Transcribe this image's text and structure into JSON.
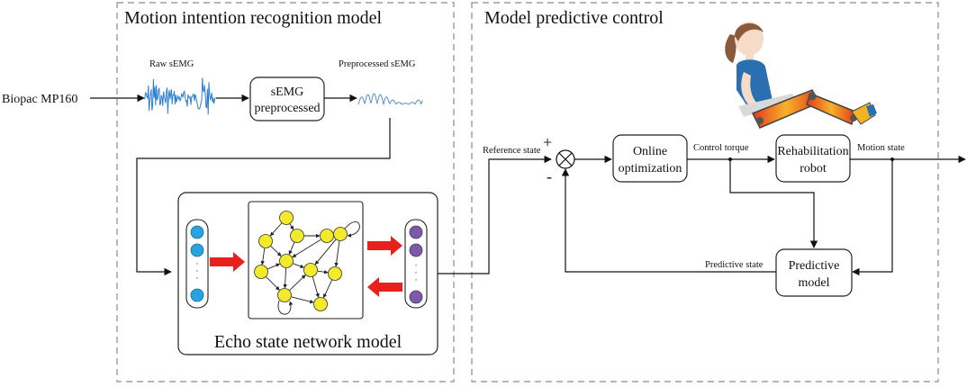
{
  "panels": {
    "left_title": "Motion intention recognition model",
    "right_title": "Model predictive control"
  },
  "labels": {
    "input_source": "Biopac MP160",
    "raw_semg": "Raw sEMG",
    "preprocessed_semg": "Preprocessed sEMG",
    "reference_state": "Reference state",
    "control_torque": "Control torque",
    "motion_state": "Motion state",
    "predictive_state": "Predictive state",
    "plus_sign": "+",
    "minus_sign": "-"
  },
  "boxes": {
    "semg_line1": "sEMG",
    "semg_line2": "preprocessed",
    "online_line1": "Online",
    "online_line2": "optimization",
    "rehab_line1": "Rehabilitation",
    "rehab_line2": "robot",
    "predictive_line1": "Predictive",
    "predictive_line2": "model"
  },
  "esn": {
    "title": "Echo state network model",
    "dots": "·\n·\n·"
  },
  "colors": {
    "signal_blue": "#2f7fd0",
    "input_node": "#29a3e0",
    "reservoir_node": "#f2ea2a",
    "output_node": "#7b5aa6",
    "arrow_red": "#e8211c",
    "frame_dash": "#8a8a8a"
  }
}
